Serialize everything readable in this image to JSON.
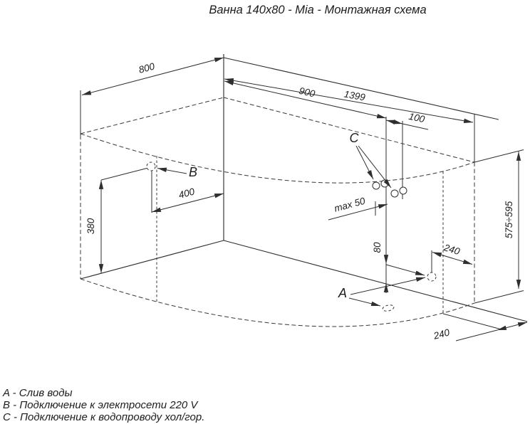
{
  "title": "Ванна 140x80 - Mia - Монтажная схема",
  "colors": {
    "ink": "#2f2f2f",
    "background": "#ffffff"
  },
  "points": {
    "a": "A",
    "b": "B",
    "c": "C"
  },
  "dimensions": {
    "left_wall_width": "800",
    "total_length": "1399",
    "water_supply_offset": "900",
    "water_pair_spacing": "100",
    "electric_offset": "400",
    "electric_height": "380",
    "water_max_offset": "max 50",
    "rim_height_range": "575÷595",
    "drain_height": "80",
    "drain_offset_from_end": "240",
    "drain_offset_from_wall": "240"
  },
  "legend": {
    "a": "A - Слив воды",
    "b": "B - Подключение к электросети 220 V",
    "c": "C - Подключение к водопроводу хол/гор."
  }
}
